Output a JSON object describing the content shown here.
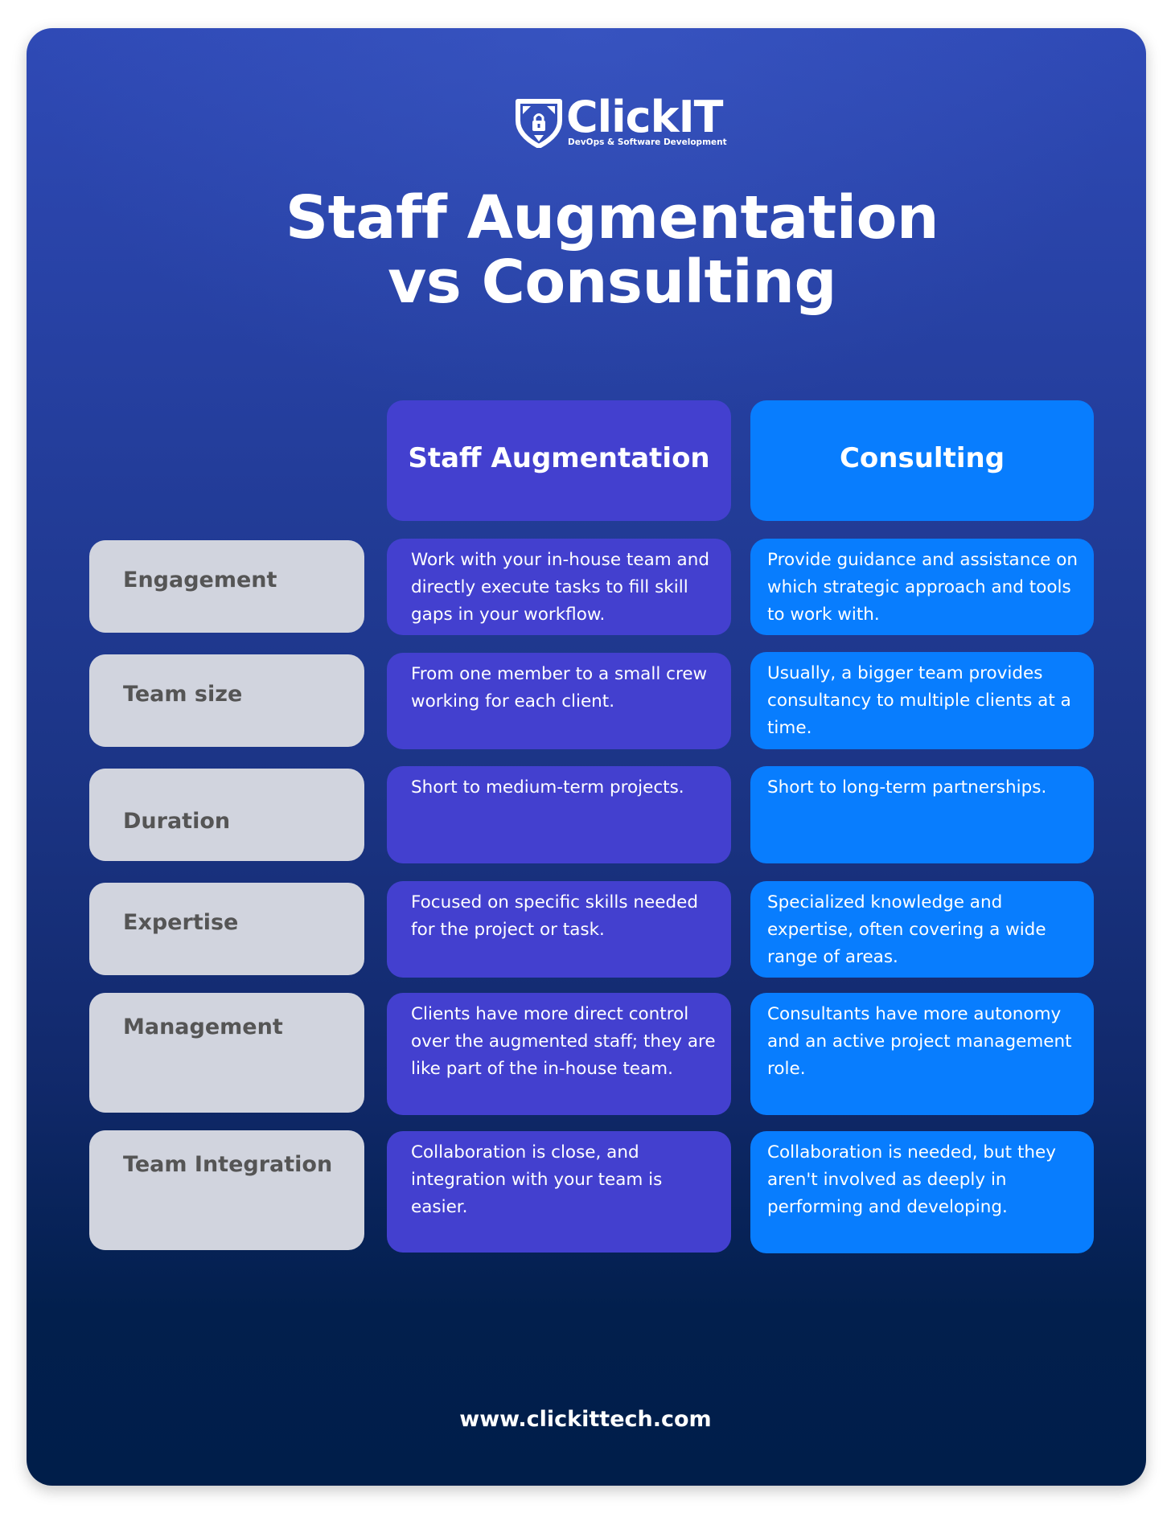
{
  "brand": {
    "name": "ClickIT",
    "tagline": "DevOps & Software Development",
    "icon": "shield-lock-arrows-icon"
  },
  "title": {
    "line1": "Staff Augmentation",
    "line2": "vs Consulting"
  },
  "colors": {
    "background_top": "#2f4ab6",
    "background_bottom": "#001e4a",
    "staff_column": "#4340cf",
    "consulting_column": "#087dfe",
    "label_box": "#d1d4de",
    "label_text": "#555555"
  },
  "table": {
    "headers": [
      "Staff Augmentation",
      "Consulting"
    ],
    "rows": [
      {
        "label": "Engagement",
        "staff": "Work with your in-house team and directly execute tasks to fill skill gaps in your workflow.",
        "consulting": "Provide guidance and assistance on which strategic approach and tools to work with."
      },
      {
        "label": "Team size",
        "staff": "From one member to a small crew working for each client.",
        "consulting": "Usually, a bigger team provides consultancy to multiple clients at a time."
      },
      {
        "label": "Duration",
        "staff": "Short to medium-term projects.",
        "consulting": "Short to long-term partnerships."
      },
      {
        "label": "Expertise",
        "staff": "Focused on specific skills needed for the project or task.",
        "consulting": "Specialized knowledge and expertise, often covering a wide range of areas."
      },
      {
        "label": "Management",
        "staff": "Clients have more direct control over the augmented staff; they are like part of the in-house team.",
        "consulting": "Consultants have more autonomy and an active project management role."
      },
      {
        "label": "Team Integration",
        "staff": "Collaboration is close, and integration with your team is easier.",
        "consulting": "Collaboration is needed, but they aren't involved as deeply in performing and developing."
      }
    ]
  },
  "footer": {
    "url": "www.clickittech.com"
  }
}
